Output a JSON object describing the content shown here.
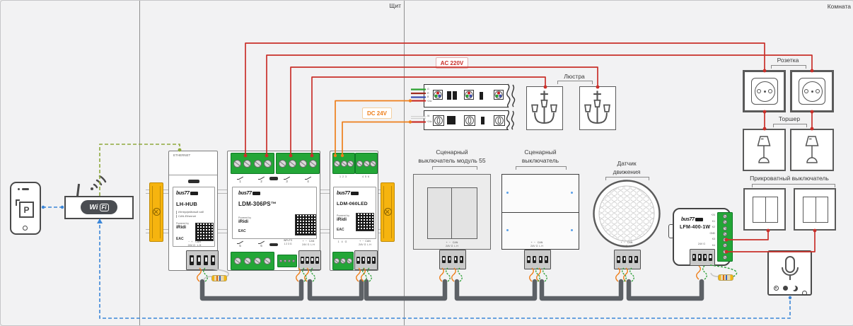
{
  "zones": {
    "panel": "Щит",
    "room": "Комната"
  },
  "tags": {
    "ac": "AC 220V",
    "dc": "DC 24V"
  },
  "phone": {
    "logo": "P"
  },
  "router": {
    "wi": "Wi",
    "fi": "Fi"
  },
  "hub": {
    "port": "ETHERNET",
    "brand": "bus77",
    "name": "LH-HUB",
    "desc1": "Интерфейсный хаб",
    "desc2": "CAN-Ethernet",
    "powered": "Powered by",
    "iridi": "iRidi",
    "cert": "EAC",
    "trow1": "−  +    CAN",
    "trow2": "24V G   L H"
  },
  "ldm306": {
    "brand": "bus77",
    "name": "LDM-306PS™",
    "powered": "Powered by",
    "iridi": "iRidi",
    "cert": "EAC",
    "ch": [
      "1",
      "2",
      "3",
      "4",
      "5",
      "6"
    ],
    "inputs1": "INPUTS",
    "inputs2": "1 2 3 G",
    "trow1": "+  −   CAN",
    "trow2": "24V G  L H"
  },
  "ldm060": {
    "brand": "bus77",
    "name": "LDM-060LED",
    "powered": "Powered by",
    "iridi": "iRidi",
    "cert": "EAC",
    "nums1": "1  2  3",
    "nums2": "4  5  6",
    "out_lbl": "1   4   G",
    "trow1": "+  −  CAN",
    "trow2": "24V G  L H"
  },
  "strips": {
    "rgb_wires": [
      "-G",
      "-R",
      "-B",
      "+24v"
    ],
    "white_wires": [
      "-W",
      "+24v"
    ]
  },
  "scene55": {
    "l1": "Сценарный",
    "l2": "выключатель модуль 55",
    "trow1": "+  −   CAN",
    "trow2": "24V G  L H"
  },
  "scene": {
    "l1": "Сценарный",
    "l2": "выключатель",
    "trow1": "+  −   CAN",
    "trow2": "24V G  L H"
  },
  "motion": {
    "l1": "Датчик",
    "l2": "движения",
    "trow1": "+  −   CAN",
    "trow2": "24V G  L H"
  },
  "lfm": {
    "brand": "bus77",
    "name": "LFM-400-1W",
    "pins": [
      "+24",
      "K1",
      "K2",
      "GND",
      "K3",
      "K4",
      "GND",
      "1W"
    ],
    "trow1": "24V G",
    "trow2": "CAN"
  },
  "room_items": {
    "chandelier": "Люстра",
    "socket": "Розетка",
    "floor_lamp": "Торшер",
    "bedside": "Прикроватный выключатель"
  },
  "colors": {
    "ac_wire": "#c9302a",
    "dc_wire": "#ee7f1b",
    "bus_cable": "#5d6166",
    "terminal_green": "#23a637",
    "clamp_yellow": "#f6b40f",
    "ethernet_dashed": "#8faa3d",
    "network_dashed": "#3b86d8"
  }
}
